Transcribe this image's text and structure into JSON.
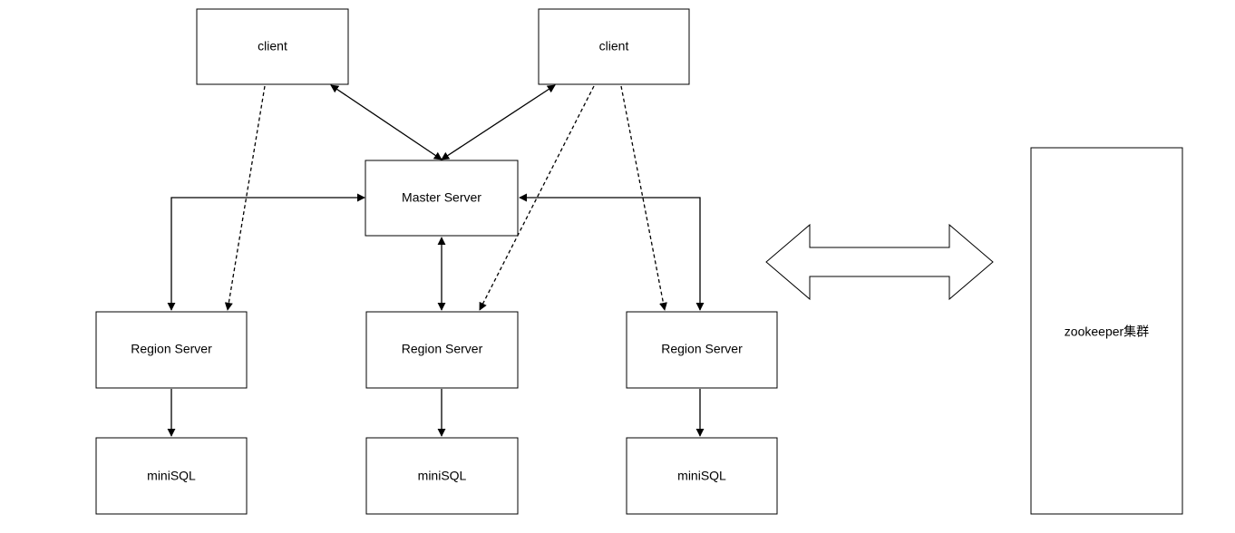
{
  "nodes": {
    "client_left": "client",
    "client_right": "client",
    "master": "Master Server",
    "region_left": "Region Server",
    "region_center": "Region Server",
    "region_right": "Region Server",
    "minisql_left": "miniSQL",
    "minisql_center": "miniSQL",
    "minisql_right": "miniSQL",
    "zookeeper": "zookeeper集群"
  }
}
